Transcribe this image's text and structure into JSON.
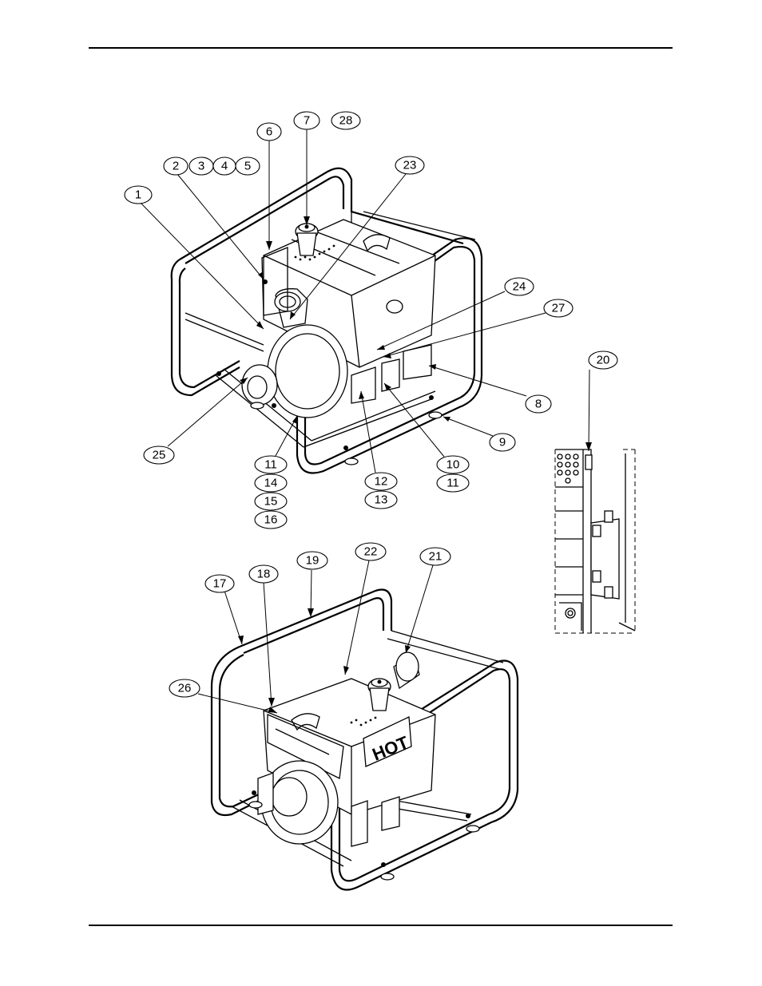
{
  "callouts": {
    "c1": "1",
    "c2": "2",
    "c3": "3",
    "c4": "4",
    "c5": "5",
    "c6": "6",
    "c7": "7",
    "c8": "8",
    "c9": "9",
    "c10": "10",
    "c11a": "11",
    "c11b": "11",
    "c12": "12",
    "c13": "13",
    "c14": "14",
    "c15": "15",
    "c16": "16",
    "c17": "17",
    "c18": "18",
    "c19": "19",
    "c20": "20",
    "c21": "21",
    "c22": "22",
    "c23": "23",
    "c24": "24",
    "c25": "25",
    "c26": "26",
    "c27": "27",
    "c28": "28"
  },
  "engine_logo": "HOT"
}
